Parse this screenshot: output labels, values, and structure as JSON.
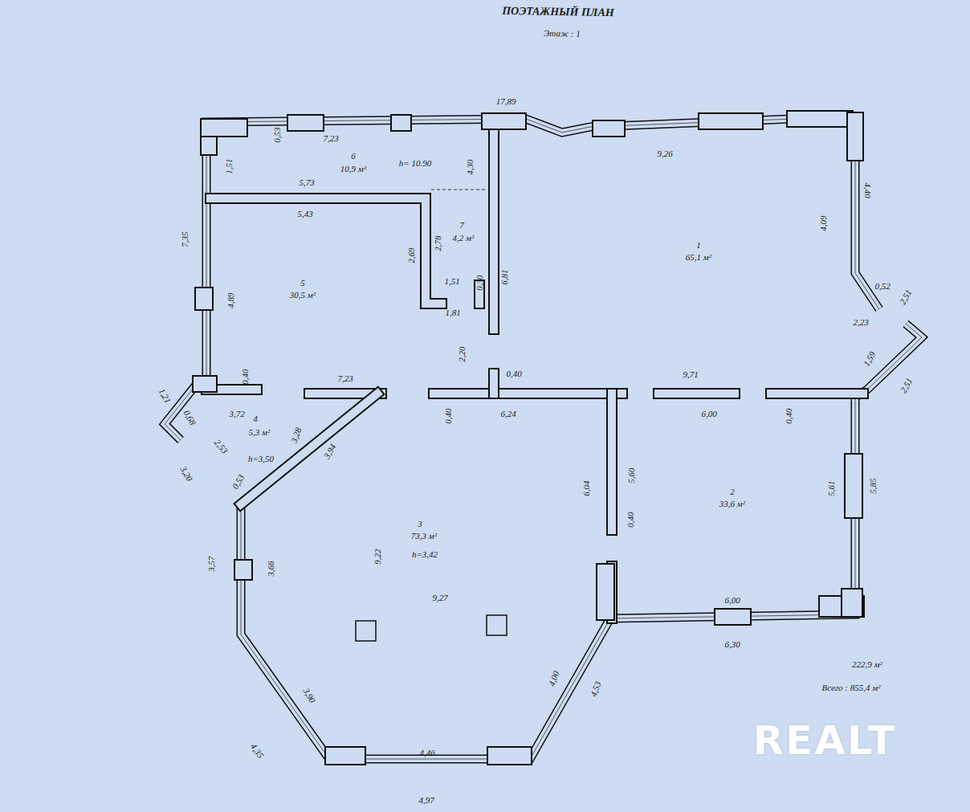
{
  "diagram": {
    "title": "ПОЭТАЖНЫЙ ПЛАН",
    "labels": [
      "Этаж : 1",
      "17,89",
      "0,53",
      "7,23",
      "6",
      "10,9 м²",
      "h= 10.90",
      "4,30",
      "9,26",
      "4,40",
      "1,51",
      "5,73",
      "5,43",
      "7,35",
      "7",
      "4,2 м²",
      "2,78",
      "2,69",
      "4,09",
      "1",
      "65,1 м²",
      "0,52",
      "2,51",
      "4,89",
      "5",
      "30,5 м²",
      "1,51",
      "0,30",
      "6,81",
      "1,81",
      "2,23",
      "2,20",
      "1,59",
      "7,23",
      "0,40",
      "0,40",
      "9,71",
      "2,51",
      "1,21",
      "3,72",
      "4",
      "0,68",
      "5,3 м²",
      "3,28",
      "0,40",
      "6,24",
      "6,00",
      "0,40",
      "2,53",
      "h=3,50",
      "3,94",
      "3,20",
      "0,53",
      "5,85",
      "5,61",
      "6,04",
      "5,60",
      "2",
      "33,6 м²",
      "0,40",
      "3",
      "73,3 м²",
      "h=3,42",
      "3,57",
      "3,66",
      "9,22",
      "9,27",
      "6,00",
      "6,30",
      "4,00",
      "4,53",
      "222,9 м²",
      "Всего : 855,4 м²",
      "3,90",
      "4,35",
      "4,46",
      "4,97",
      "REALT"
    ]
  }
}
